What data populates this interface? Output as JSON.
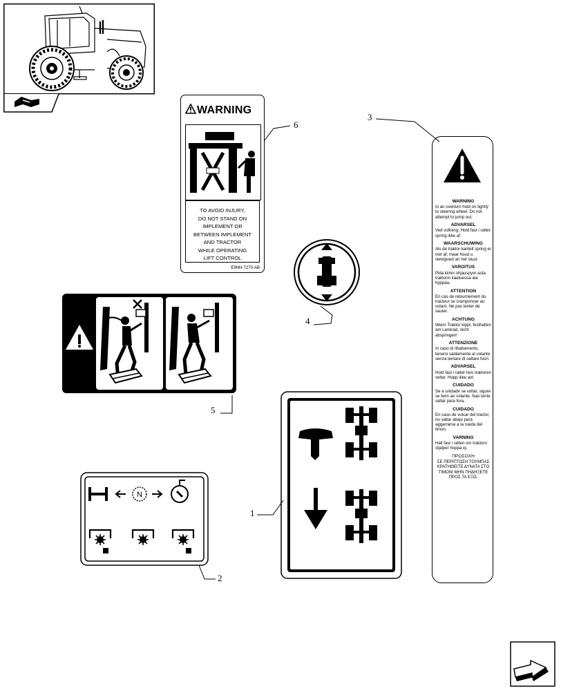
{
  "callouts": {
    "c1": "1",
    "c2": "2",
    "c3": "3",
    "c4": "4",
    "c5": "5",
    "c6": "6"
  },
  "decal6": {
    "title": "WARNING",
    "lines": [
      "TO AVOID INJURY,",
      "DO NOT STAND ON",
      "IMPLEMENT OR",
      "BETWEEN IMPLEMENT",
      "AND TRACTOR",
      "WHILE OPERATING",
      "LIFT CONTROL"
    ],
    "code": "E9NN-T270-AB"
  },
  "decal3": {
    "sections": [
      {
        "heading": "WARNING",
        "body": "In an overturn hold on tightly to steering wheel. Do not attempt to jump out."
      },
      {
        "heading": "ADVARSEL",
        "body": "Ved voltning: Hold fast i rattet spring ikke af."
      },
      {
        "heading": "WAARSCHUWING",
        "body": "Als de traktor kantelt spring er niet af, maar houd u stevigvast an het stuur."
      },
      {
        "heading": "VAROITUS",
        "body": "Pida kiinni ohjauspyor-asta traktorin kaatuessa-ala hyppaa."
      },
      {
        "heading": "ATTENTION",
        "body": "En cas de retournement du tracteur se cramponner au volant. Ne pas tenter de sauter."
      },
      {
        "heading": "ACHTUNG",
        "body": "Wenn Traktor kippt, festhalten am Lenkrad, nicht abspringen!"
      },
      {
        "heading": "ATTENZIONE",
        "body": "In caso di ribaltamento, tenersi saldamente al volante senza tentare di saltare fuori."
      },
      {
        "heading": "ADVARSEL",
        "body": "Hold fast i rattet hvis traktoren velter. Hopp ikke avt."
      },
      {
        "heading": "CUIDADO",
        "body": "Se a unidade se voltar, sigure se bem ao volante. Nao tente saltar para fora."
      },
      {
        "heading": "CUIDADO",
        "body": "En caso de volcar del tractor, no saltar abajo para aggarrarse a la rueda del timon."
      },
      {
        "heading": "VARNING",
        "body": "Hall fast i ratten om traktorn stjalper hoppa ej."
      },
      {
        "heading": "ΠΡΟΣΟΧΗ",
        "body": "ΣΕ ΠΕΡΙΠΤΩΣΗ ΤΟΥΜΠΑΣ ΚΡΑΤΗΘΕΙΤΕ ΔΥΝΑΤΑ ΣΤΟ ΤΙΜΟΝΙ ΜΗΝ ΠΗΔΗΞΕΤΕ ΠΡΟΣ ΤΑ ΕΞΩ."
      }
    ]
  },
  "icons": {
    "thumbnail": "tractor-thumbnail-icon",
    "section": "section-symbol-icon",
    "nav": "next-page-arrow-icon"
  },
  "colors": {
    "ink": "#000000",
    "paper": "#ffffff"
  }
}
